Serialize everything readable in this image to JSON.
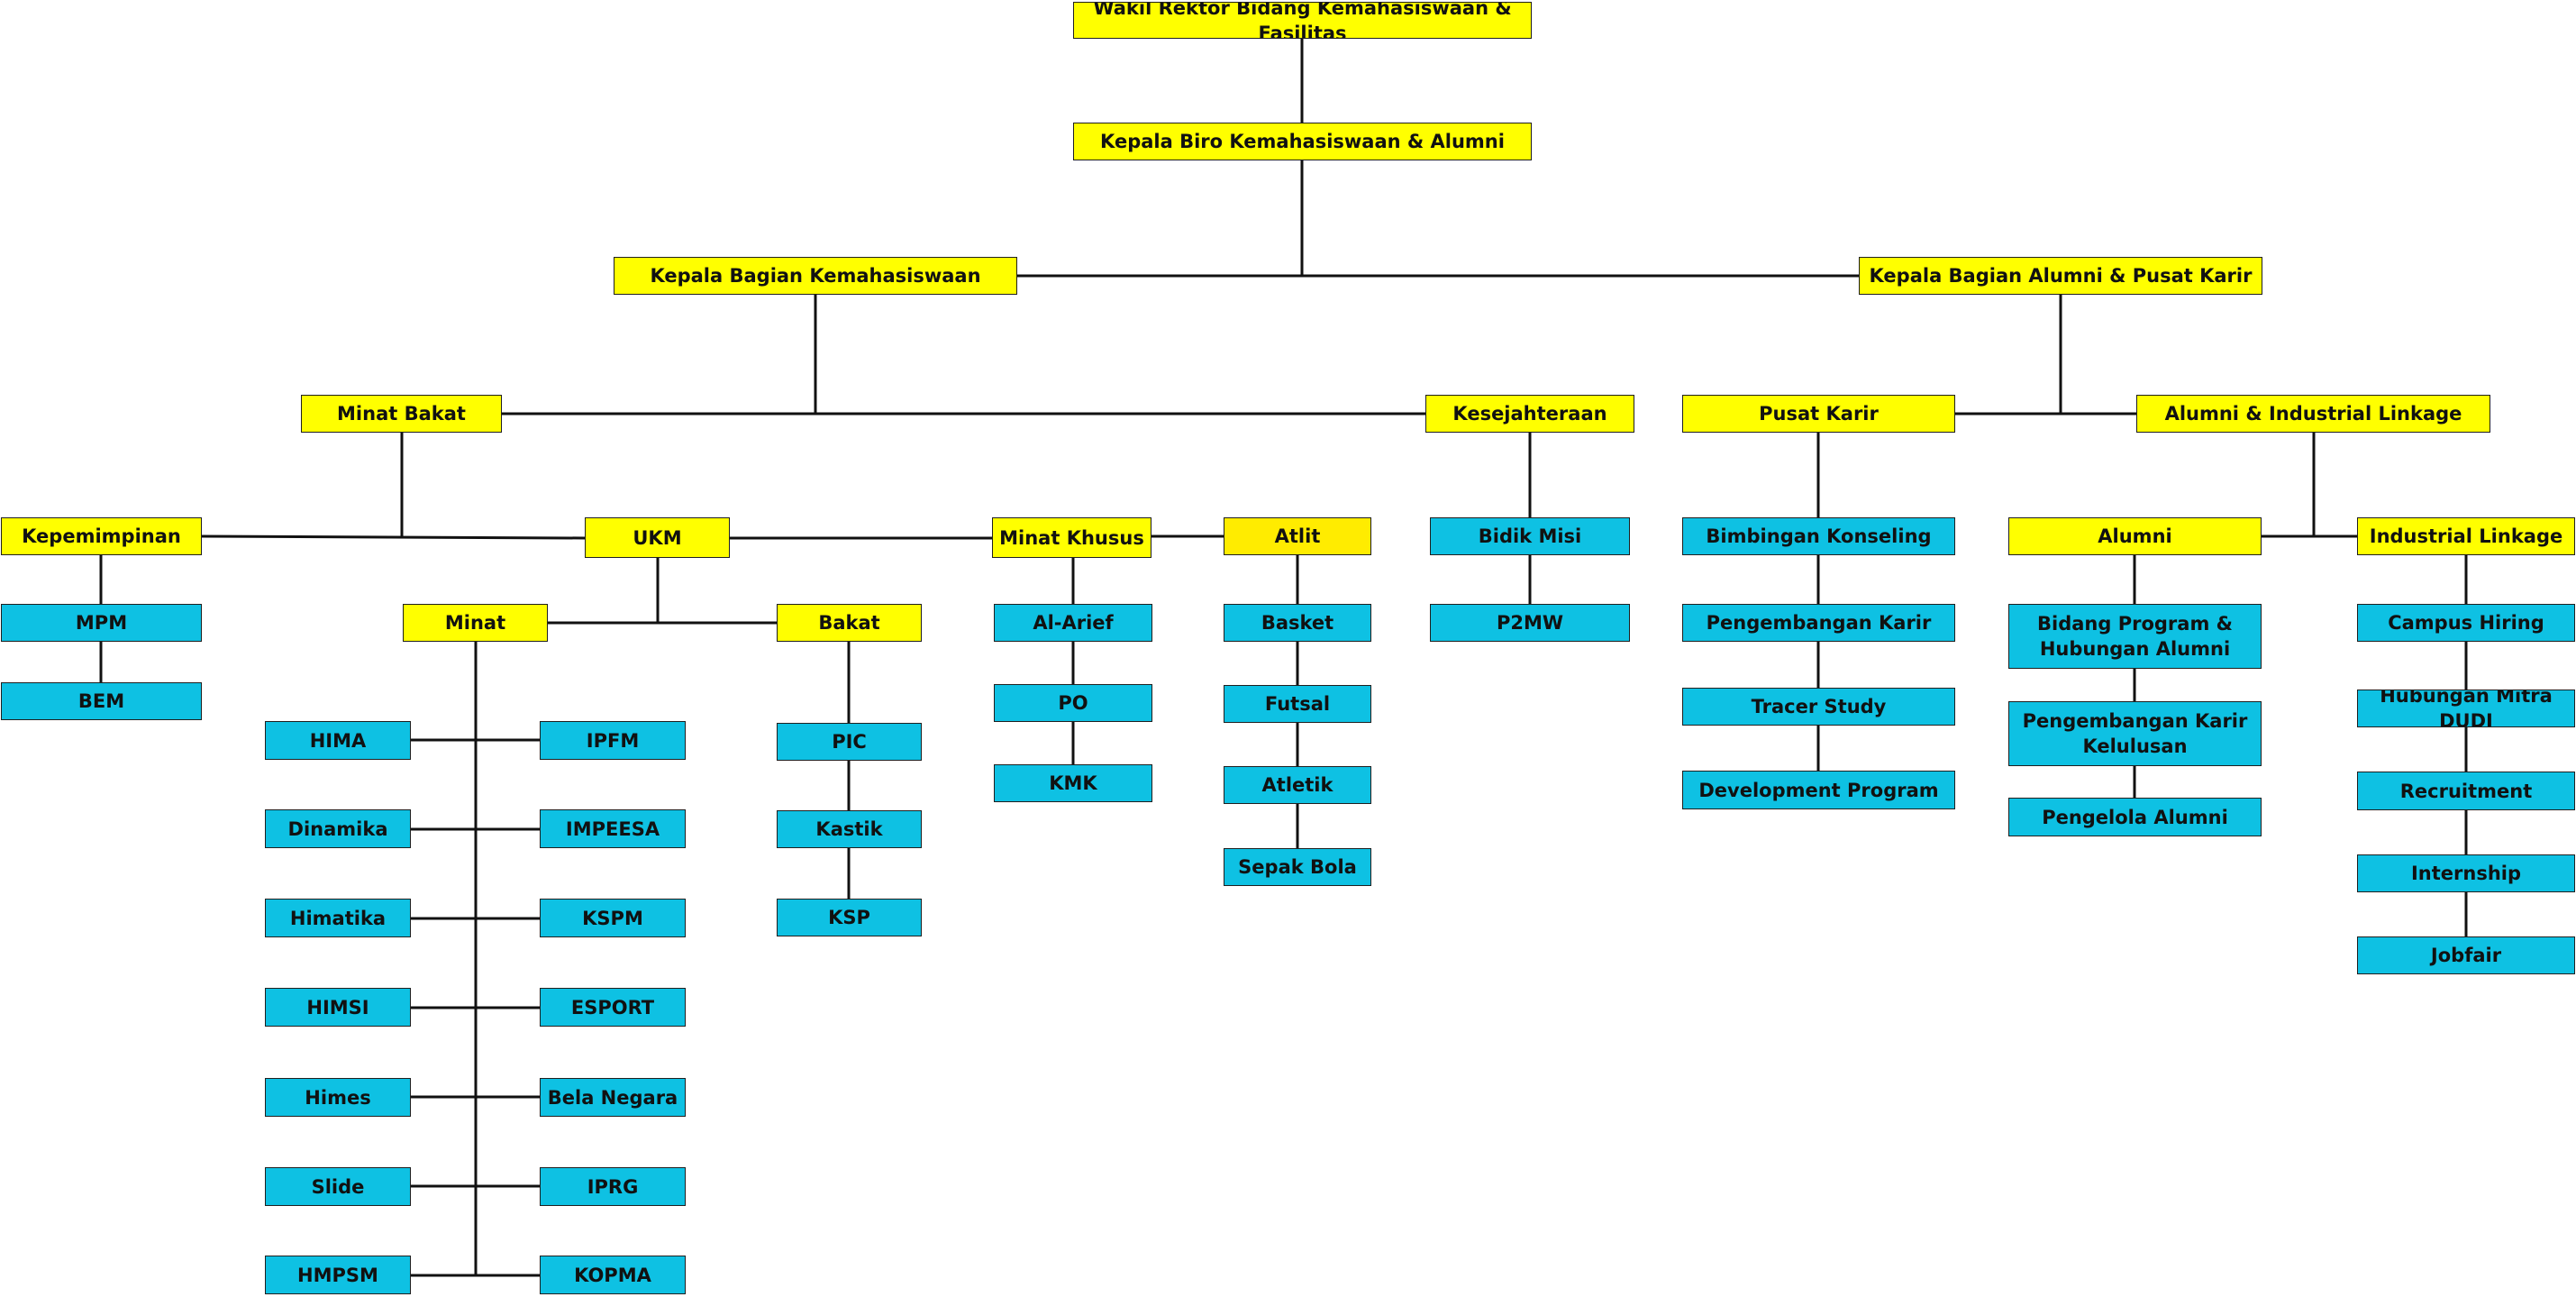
{
  "colors": {
    "leader_fill": "#ffff00",
    "leader_fill_alt": "#ffec00",
    "unit_fill": "#0ec1e3",
    "line": "#111111"
  },
  "nodes": {
    "wakil_rektor": "Wakil Rektor Bidang Kemahasiswaan & Fasilitas",
    "kepala_biro": "Kepala Biro Kemahasiswaan & Alumni",
    "kabag_kemahasiswaan": "Kepala Bagian Kemahasiswaan",
    "kabag_alumni": "Kepala Bagian Alumni & Pusat Karir",
    "minat_bakat": "Minat Bakat",
    "kesejahteraan": "Kesejahteraan",
    "pusat_karir": "Pusat Karir",
    "alumni_industrial": "Alumni & Industrial Linkage",
    "kepemimpinan": "Kepemimpinan",
    "ukm": "UKM",
    "minat_khusus": "Minat Khusus",
    "atlit": "Atlit",
    "bidik_misi": "Bidik Misi",
    "p2mw": "P2MW",
    "mpm": "MPM",
    "bem": "BEM",
    "minat": "Minat",
    "bakat": "Bakat",
    "hima": "HIMA",
    "dinamika": "Dinamika",
    "himatika": "Himatika",
    "himsi": "HIMSI",
    "himes": "Himes",
    "slide": "Slide",
    "hmpsm": "HMPSM",
    "ipfm": "IPFM",
    "impeesa": "IMPEESA",
    "kspm": "KSPM",
    "esport": "ESPORT",
    "bela_negara": "Bela Negara",
    "iprg": "IPRG",
    "kopma": "KOPMA",
    "pic": "PIC",
    "kastik": "Kastik",
    "ksp": "KSP",
    "al_arief": "Al-Arief",
    "po": "PO",
    "kmk": "KMK",
    "basket": "Basket",
    "futsal": "Futsal",
    "atletik": "Atletik",
    "sepak_bola": "Sepak Bola",
    "bimbingan_konseling": "Bimbingan Konseling",
    "pengembangan_karir": "Pengembangan Karir",
    "tracer_study": "Tracer Study",
    "development_program": "Development Program",
    "alumni": "Alumni",
    "bidang_program": "Bidang Program & Hubungan Alumni",
    "pengembangan_karir_kelulusan": "Pengembangan Karir Kelulusan",
    "pengelola_alumni": "Pengelola Alumni",
    "industrial_linkage": "Industrial Linkage",
    "campus_hiring": "Campus Hiring",
    "hubungan_mitra_dudi": "Hubungan Mitra DUDI",
    "recruitment": "Recruitment",
    "internship": "Internship",
    "jobfair": "Jobfair"
  }
}
